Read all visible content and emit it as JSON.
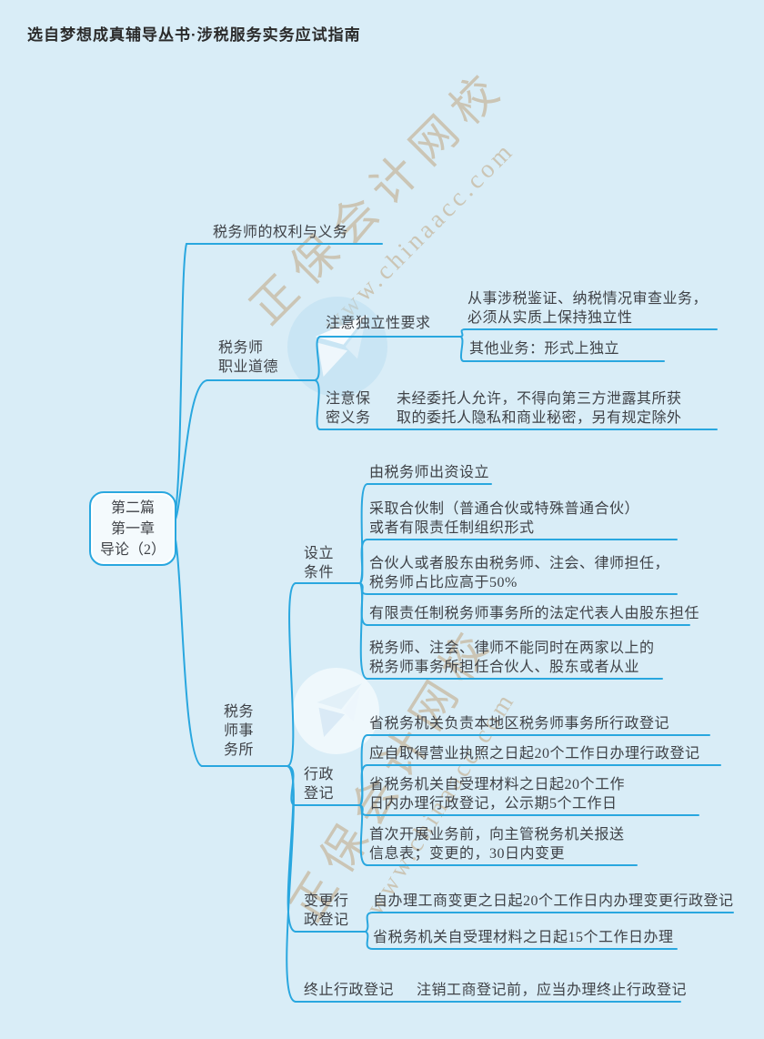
{
  "header": {
    "title": "选自梦想成真辅导丛书·涉税服务实务应试指南"
  },
  "watermark": {
    "brand": "正保会计网校",
    "url": "www.chinaacc.com",
    "color": "#bb9464"
  },
  "colors": {
    "background": "#d9edf7",
    "line": "#29a7df",
    "text": "#3f4247"
  },
  "map": {
    "root": {
      "label": "第二篇\n第一章\n导论（2）"
    },
    "rights": {
      "label": "税务师的权利与义务"
    },
    "ethics": {
      "label": "税务师\n职业道德",
      "independence": {
        "label": "注意独立性要求",
        "substance": {
          "label": "从事涉税鉴证、纳税情况审查业务，\n必须从实质上保持独立性"
        },
        "form": {
          "label": "其他业务：形式上独立"
        }
      },
      "secrecy": {
        "label": "注意保\n密义务",
        "rule": {
          "label": "未经委托人允许，不得向第三方泄露其所获\n取的委托人隐私和商业秘密，另有规定除外"
        }
      }
    },
    "firm": {
      "label": "税务\n师事\n务所",
      "setup": {
        "label": "设立\n条件",
        "items": [
          "由税务师出资设立",
          "采取合伙制（普通合伙或特殊普通合伙）\n或者有限责任制组织形式",
          "合伙人或者股东由税务师、注会、律师担任，\n税务师占比应高于50%",
          "有限责任制税务师事务所的法定代表人由股东担任",
          "税务师、注会、律师不能同时在两家以上的\n税务师事务所担任合伙人、股东或者从业"
        ]
      },
      "registration": {
        "label": "行政\n登记",
        "items": [
          "省税务机关负责本地区税务师事务所行政登记",
          "应自取得营业执照之日起20个工作日办理行政登记",
          "省税务机关自受理材料之日起20个工作\n日内办理行政登记，公示期5个工作日",
          "首次开展业务前，向主管税务机关报送\n信息表；变更的，30日内变更"
        ]
      },
      "change": {
        "label": "变更行\n政登记",
        "items": [
          "自办理工商变更之日起20个工作日内办理变更行政登记",
          "省税务机关自受理材料之日起15个工作日办理"
        ]
      },
      "termination": {
        "label": "终止行政登记",
        "items": [
          "注销工商登记前，应当办理终止行政登记"
        ]
      }
    }
  }
}
